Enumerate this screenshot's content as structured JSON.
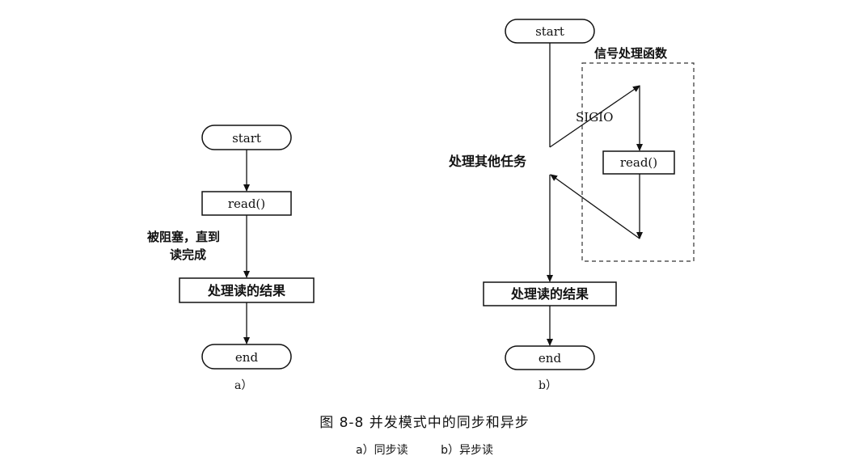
{
  "figure": {
    "title": "图 8-8   并发模式中的同步和异步",
    "sub_a": "a）同步读",
    "sub_b": "b）异步读"
  },
  "diagram_a": {
    "start": "start",
    "read": "read()",
    "blocked_line1": "被阻塞，直到",
    "blocked_line2": "读完成",
    "process": "处理读的结果",
    "end": "end",
    "label": "a）"
  },
  "diagram_b": {
    "start": "start",
    "handler_title": "信号处理函数",
    "signal": "SIGIO",
    "other_tasks": "处理其他任务",
    "read": "read()",
    "process": "处理读的结果",
    "end": "end",
    "label": "b）"
  }
}
